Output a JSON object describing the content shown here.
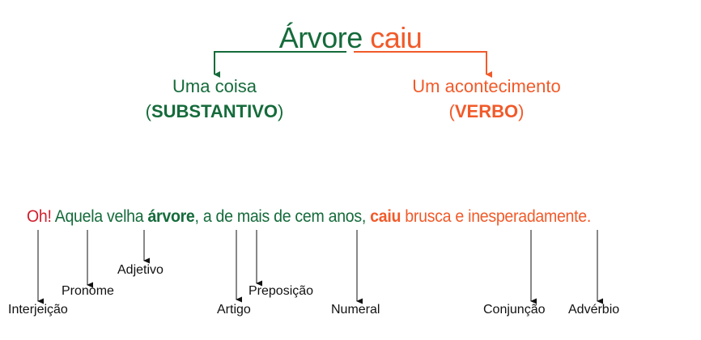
{
  "title": {
    "noun": "Árvore",
    "verb": "caiu"
  },
  "noun_branch": {
    "line1": "Uma coisa",
    "open": "(",
    "term": "SUBSTANTIVO",
    "close": ")"
  },
  "verb_branch": {
    "line1": "Um acontecimento",
    "open": "(",
    "term": "VERBO",
    "close": ")"
  },
  "sentence": {
    "interjection": "Oh!",
    "part1": "Aquela velha",
    "noun": "árvore",
    "part2": ", a de mais de cem anos,",
    "verb": "caiu",
    "part3": "brusca e inesperadamente."
  },
  "labels": {
    "interjeicao": "Interjeição",
    "pronome": "Pronome",
    "adjetivo": "Adjetivo",
    "artigo": "Artigo",
    "preposicao": "Preposição",
    "numeral": "Numeral",
    "conjuncao": "Conjunção",
    "adverbio": "Advérbio"
  },
  "colors": {
    "green": "#156b3b",
    "orange": "#f15a29",
    "red": "#d0202e"
  }
}
